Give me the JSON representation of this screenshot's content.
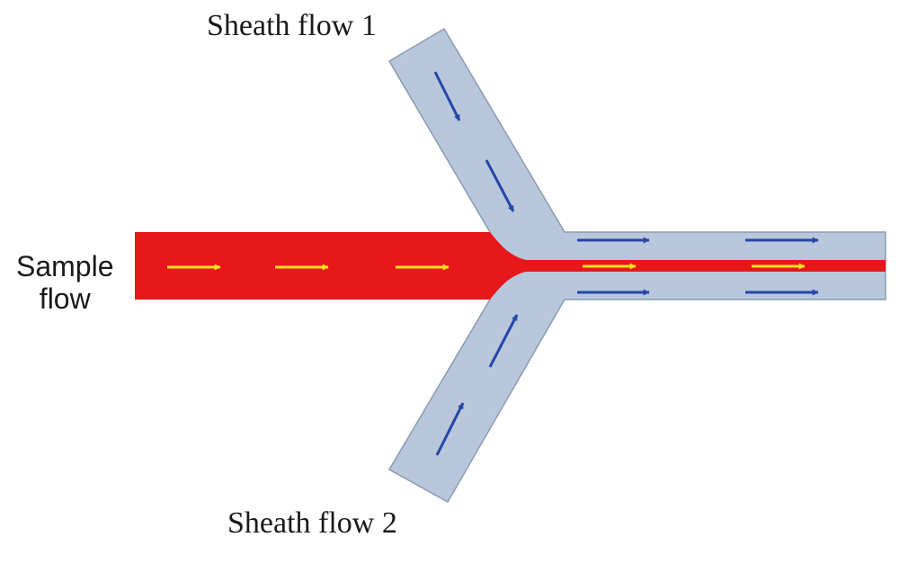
{
  "labels": {
    "sheath_flow_1": "Sheath flow 1",
    "sheath_flow_2": "Sheath flow 2",
    "sample_flow_line1": "Sample",
    "sample_flow_line2": "flow"
  },
  "colors": {
    "sheath_fill": "#b9c7dc",
    "sheath_stroke": "#8a9ab0",
    "sample_fill": "#e8171a",
    "sheath_arrow": "#2446a8",
    "sample_arrow": "#f5e21d",
    "background": "#ffffff"
  }
}
